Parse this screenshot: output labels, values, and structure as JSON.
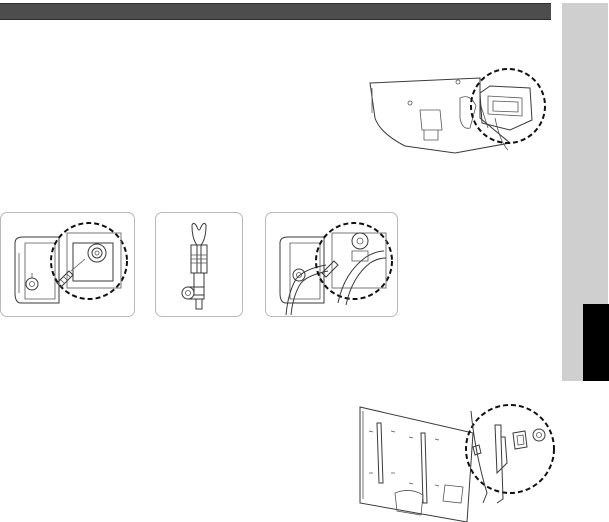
{
  "page": {
    "header_bar_color": "#4d4d4d",
    "side_tab_color": "#cfcfcf",
    "side_tab_marker_color": "#000000"
  },
  "figures": [
    {
      "name": "tv-back-bracket-detail"
    },
    {
      "name": "screw-attach-step"
    },
    {
      "name": "cable-holder-part"
    },
    {
      "name": "cable-clamp-step"
    },
    {
      "name": "wall-mount-detail"
    }
  ]
}
